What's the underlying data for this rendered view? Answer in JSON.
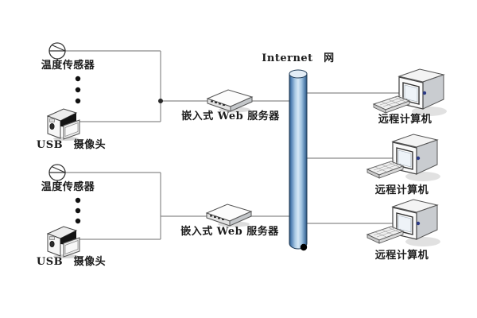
{
  "diagram": {
    "internet": {
      "label": "Internet　网"
    },
    "sensor_groups": [
      {
        "sensor_label": "温度传感器",
        "ellipsis": "⋮",
        "camera_label": "USB　摄像头",
        "server_label": "嵌入式 Web 服务器"
      },
      {
        "sensor_label": "温度传感器",
        "ellipsis": "⋮",
        "camera_label": "USB　摄像头",
        "server_label": "嵌入式 Web 服务器"
      }
    ],
    "computers": [
      {
        "label": "远程计算机"
      },
      {
        "label": "远程计算机"
      },
      {
        "label": "远程计算机"
      }
    ],
    "icons": {
      "sensor": "temperature-sensor-icon",
      "camera": "usb-camera-icon",
      "server": "embedded-web-server-icon",
      "computer": "remote-computer-icon",
      "backbone": "internet-cylinder-icon"
    },
    "colors": {
      "line": "#8a8a8a",
      "text": "#1c1c1c",
      "cylinder_edge_dark": "#23476b",
      "cylinder_mid_blue": "#4a7aae",
      "cylinder_highlight": "#d6e8f6",
      "junction_dot": "#2a2a2a",
      "connector_dot": "#2b3a85",
      "endpoint_dot": "#000000"
    }
  }
}
